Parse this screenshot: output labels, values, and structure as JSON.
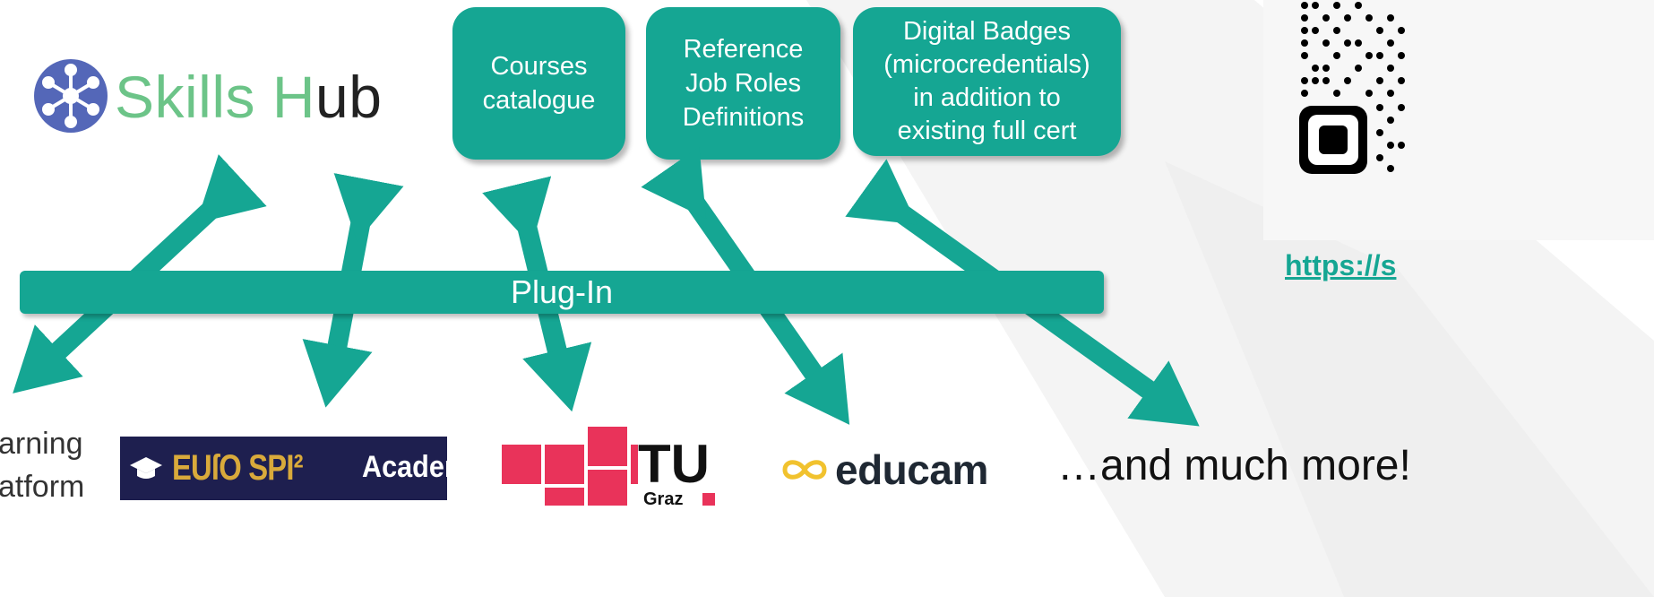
{
  "title": {
    "part1": "Skills H",
    "part2": "ub"
  },
  "boxes": {
    "courses": "Courses\ncatalogue",
    "reference": "Reference\nJob Roles\nDefinitions",
    "badges": "Digital Badges\n(microcredentials)\nin addition to\nexisting full cert"
  },
  "plugin": {
    "label": "Plug-In"
  },
  "logos": {
    "learning_line1": "arning",
    "learning_line2": "atform",
    "euro_brand": "EUſO SPI²",
    "euro_academy": "Academy",
    "tu": "TU",
    "graz": "Graz",
    "educam": "educam"
  },
  "more": "…and much more!",
  "url": "https://s",
  "colors": {
    "teal": "#15a693",
    "navy": "#1e1f4f",
    "gold": "#d9aa3b",
    "tu_red": "#e9335a",
    "educam_gold": "#f1c22e"
  }
}
